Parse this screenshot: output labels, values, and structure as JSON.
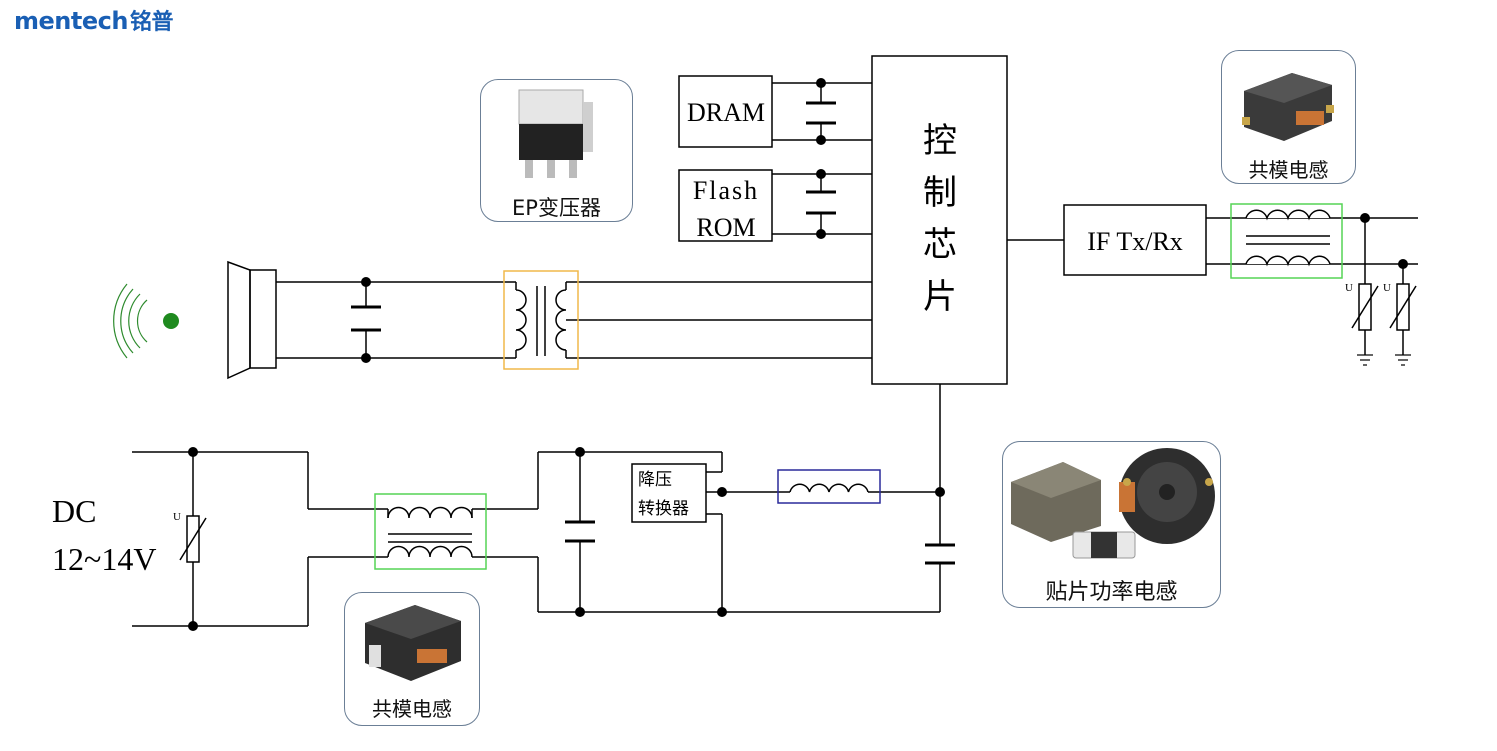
{
  "brand": {
    "name": "mentech",
    "name_cn": "铭普",
    "color": "#1a5fb4"
  },
  "blocks": {
    "dram": "DRAM",
    "flash_line1": "Flash",
    "flash_line2": "ROM",
    "control_chip": [
      "控",
      "制",
      "芯",
      "片"
    ],
    "if_txrx": "IF Tx/Rx",
    "buck_line1": "降压",
    "buck_line2": "转换器",
    "dc_line1": "DC",
    "dc_line2": "12~14V",
    "varistor_label": "U"
  },
  "callouts": {
    "ep_transformer": "EP变压器",
    "cm_choke_top": "共模电感",
    "cm_choke_bottom": "共模电感",
    "smd_power_inductor": "贴片功率电感"
  },
  "colors": {
    "wire": "#000000",
    "orange_box": "#f0b94a",
    "green_box": "#55d455",
    "blue_box": "#2a2a9a",
    "signal": "#2e8b2e",
    "card_border": "#6b7f96"
  }
}
